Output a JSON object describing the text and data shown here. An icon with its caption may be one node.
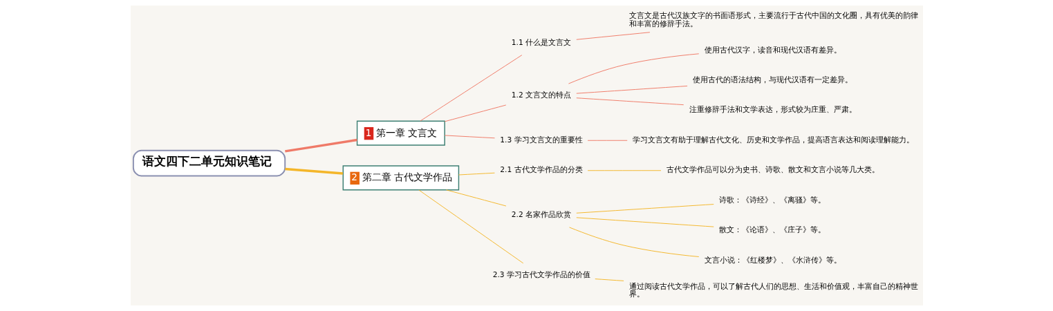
{
  "diagram": {
    "nodes": [
      {
        "text": [
          "语文四下二单元知识笔记"
        ]
      },
      {
        "text": [
          "1",
          "第一章 文言文"
        ]
      },
      {
        "text": [
          "1.1 什么是文言文"
        ]
      },
      {
        "text": [
          "文言文是古代汉族文字的书面语形式，主要流行于古代中国的文化圈，具有优美的韵律和丰富的修辞手法。"
        ]
      },
      {
        "text": [
          "1.2 文言文的特点"
        ]
      },
      {
        "text": [
          "使用古代汉字，读音和现代汉语有差异。"
        ]
      },
      {
        "text": [
          "使用古代的语法结构，与现代汉语有一定差异。"
        ]
      },
      {
        "text": [
          "注重修辞手法和文学表达，形式较为庄重、严肃。"
        ]
      },
      {
        "text": [
          "1.3 学习文言文的重要性"
        ]
      },
      {
        "text": [
          "学习文言文有助于理解古代文化、历史和文学作品，提高语言表达和阅读理解能力。"
        ]
      },
      {
        "text": [
          "2",
          "第二章 古代文学作品"
        ]
      },
      {
        "text": [
          "2.1 古代文学作品的分类"
        ]
      },
      {
        "text": [
          "古代文学作品可以分为史书、诗歌、散文和文言小说等几大类。"
        ]
      },
      {
        "text": [
          "2.2 名家作品欣赏"
        ]
      },
      {
        "text": [
          "诗歌：《诗经》、《离骚》等。"
        ]
      },
      {
        "text": [
          "散文：《论语》、《庄子》等。"
        ]
      },
      {
        "text": [
          "文言小说：《红楼梦》、《水浒传》等。"
        ]
      },
      {
        "text": [
          "2.3 学习古代文学作品的价值"
        ]
      },
      {
        "text": [
          "通过阅读古代文学作品，可以了解古代人们的思想、生活和价值观，丰富自己的精神世界。"
        ]
      }
    ],
    "edges": [
      {
        "from": 0,
        "to": 1,
        "arrow": "none",
        "style": "thick",
        "color": "#ef7a68"
      },
      {
        "from": 1,
        "to": 2,
        "arrow": "none",
        "color": "#ef7a68"
      },
      {
        "from": 2,
        "to": 3,
        "arrow": "none",
        "color": "#ef7a68"
      },
      {
        "from": 1,
        "to": 4,
        "arrow": "none",
        "color": "#ef7a68"
      },
      {
        "from": 4,
        "to": 5,
        "arrow": "none",
        "color": "#ef7a68"
      },
      {
        "from": 4,
        "to": 6,
        "arrow": "none",
        "color": "#ef7a68"
      },
      {
        "from": 4,
        "to": 7,
        "arrow": "none",
        "color": "#ef7a68"
      },
      {
        "from": 1,
        "to": 8,
        "arrow": "none",
        "color": "#ef7a68"
      },
      {
        "from": 8,
        "to": 9,
        "arrow": "none",
        "color": "#ef7a68"
      },
      {
        "from": 0,
        "to": 10,
        "arrow": "none",
        "style": "thick",
        "color": "#f4b62a"
      },
      {
        "from": 10,
        "to": 11,
        "arrow": "none",
        "color": "#f4b62a"
      },
      {
        "from": 11,
        "to": 12,
        "arrow": "none",
        "color": "#f4b62a"
      },
      {
        "from": 10,
        "to": 13,
        "arrow": "none",
        "color": "#f4b62a"
      },
      {
        "from": 13,
        "to": 14,
        "arrow": "none",
        "color": "#f4b62a"
      },
      {
        "from": 13,
        "to": 15,
        "arrow": "none",
        "color": "#f4b62a"
      },
      {
        "from": 13,
        "to": 16,
        "arrow": "none",
        "color": "#f4b62a"
      },
      {
        "from": 10,
        "to": 17,
        "arrow": "none",
        "color": "#f4b62a"
      },
      {
        "from": 17,
        "to": 18,
        "arrow": "none",
        "color": "#f4b62a"
      }
    ]
  }
}
